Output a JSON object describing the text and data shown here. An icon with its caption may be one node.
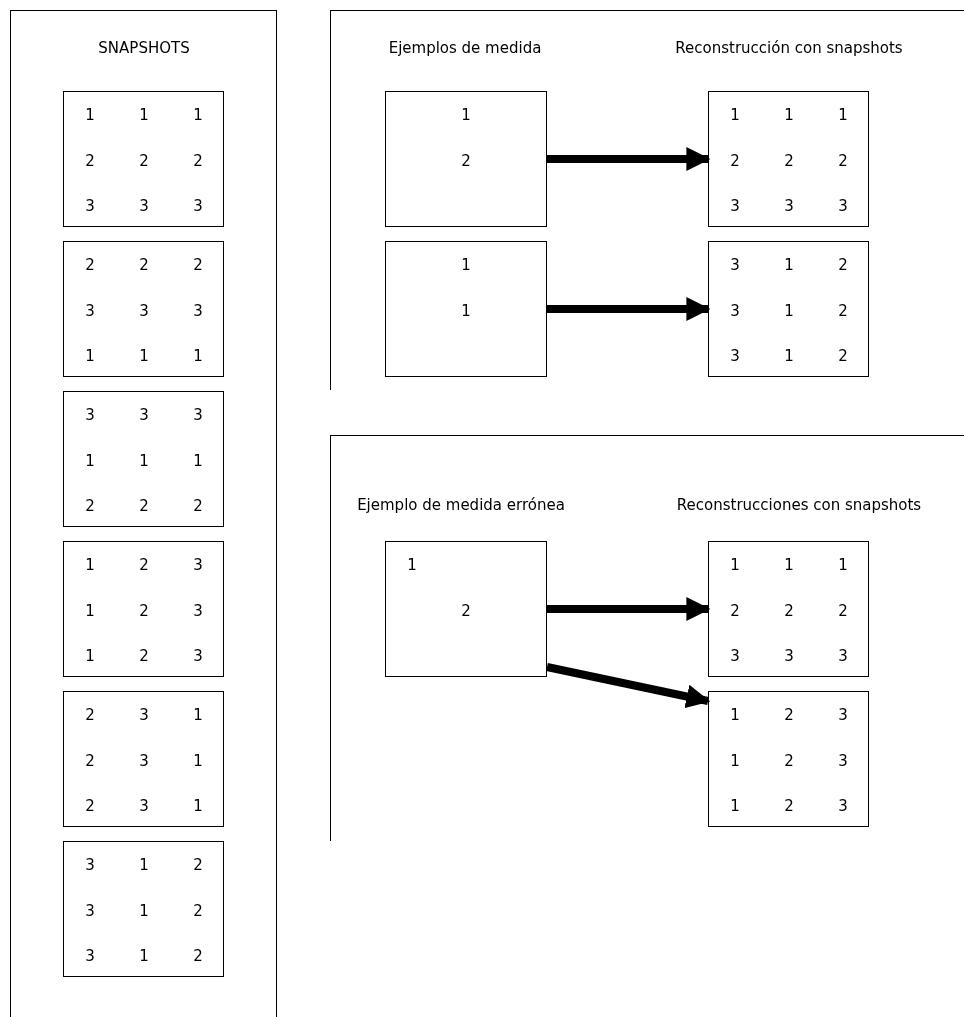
{
  "diagram": {
    "nodes": [
      {
        "text": [
          "SNAPSHOTS"
        ]
      },
      {
        "text": [
          "1",
          "1",
          "1",
          "2",
          "2",
          "2",
          "3",
          "3",
          "3"
        ],
        "in": 0
      },
      {
        "text": [
          "2",
          "2",
          "2",
          "3",
          "3",
          "3",
          "1",
          "1",
          "1"
        ],
        "in": 0
      },
      {
        "text": [
          "3",
          "3",
          "3",
          "1",
          "1",
          "1",
          "2",
          "2",
          "2"
        ],
        "in": 0
      },
      {
        "text": [
          "1",
          "2",
          "3",
          "1",
          "2",
          "3",
          "1",
          "2",
          "3"
        ],
        "in": 0
      },
      {
        "text": [
          "2",
          "3",
          "1",
          "2",
          "3",
          "1",
          "2",
          "3",
          "1"
        ],
        "in": 0
      },
      {
        "text": [
          "3",
          "1",
          "2",
          "3",
          "1",
          "2",
          "3",
          "1",
          "2"
        ],
        "in": 0
      },
      {
        "text": [
          "Ejemplos de medida",
          "Reconstrucción con snapshots"
        ]
      },
      {
        "text": [
          "1",
          "2"
        ],
        "in": 7
      },
      {
        "text": [
          "1",
          "1",
          "1",
          "2",
          "2",
          "2",
          "3",
          "3",
          "3"
        ],
        "in": 7
      },
      {
        "text": [
          "1",
          "1"
        ],
        "in": 7
      },
      {
        "text": [
          "3",
          "1",
          "2",
          "3",
          "1",
          "2",
          "3",
          "1",
          "2"
        ],
        "in": 7
      },
      {
        "text": [
          "Ejemplo de medida errónea",
          "Reconstrucciones con snapshots"
        ]
      },
      {
        "text": [
          "1",
          "2"
        ],
        "in": 12
      },
      {
        "text": [
          "1",
          "1",
          "1",
          "2",
          "2",
          "2",
          "3",
          "3",
          "3"
        ],
        "in": 12
      },
      {
        "text": [
          "1",
          "2",
          "3",
          "1",
          "2",
          "3",
          "1",
          "2",
          "3"
        ],
        "in": 12
      }
    ],
    "edges": [
      {
        "from": 8,
        "to": 9,
        "arrow": "to"
      },
      {
        "from": 10,
        "to": 11,
        "arrow": "to"
      },
      {
        "from": 13,
        "to": 14,
        "arrow": "to"
      },
      {
        "from": 13,
        "to": 15,
        "arrow": "to"
      }
    ]
  }
}
